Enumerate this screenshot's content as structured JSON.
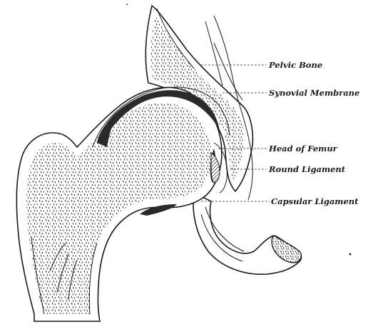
{
  "labels": {
    "pelvic_bone": "Pelvic Bone",
    "synovial_membrane": "Synovial Membrane",
    "head_of_femur": "Head of Femur",
    "round_ligament": "Round Ligament",
    "capsular_ligament": "Capsular Ligament"
  },
  "colors": {
    "ink": "#1a1a1a",
    "paper": "#ffffff"
  }
}
